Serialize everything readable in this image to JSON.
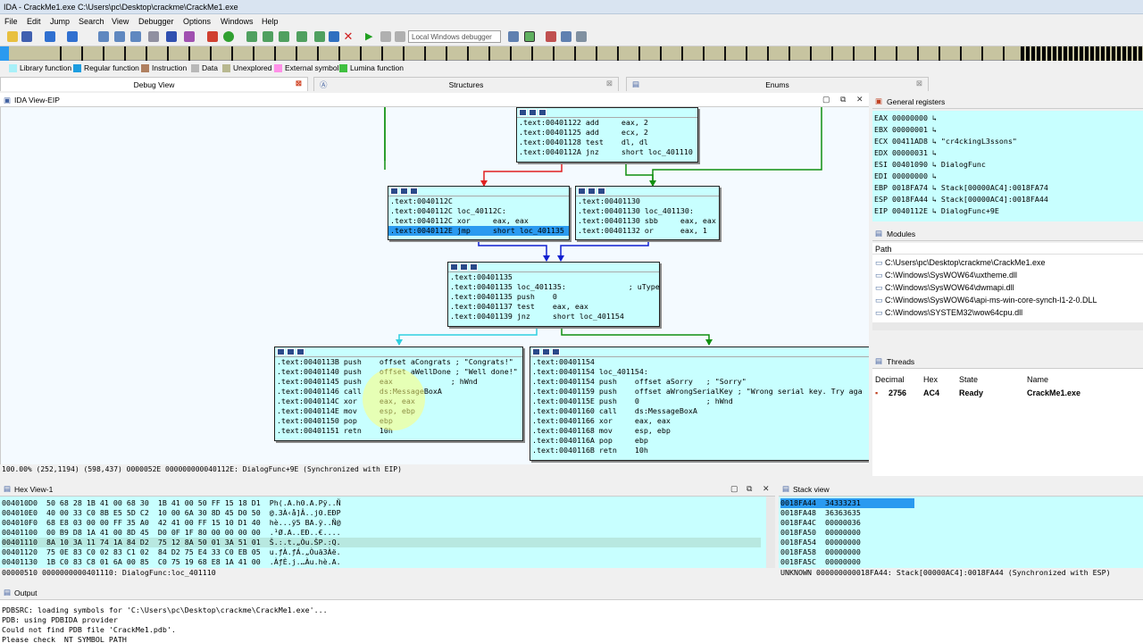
{
  "window": {
    "title": "IDA - CrackMe1.exe C:\\Users\\pc\\Desktop\\crackme\\CrackMe1.exe"
  },
  "menu": [
    "File",
    "Edit",
    "Jump",
    "Search",
    "View",
    "Debugger",
    "Options",
    "Windows",
    "Help"
  ],
  "toolbar": {
    "debugger_select": "Local Windows debugger"
  },
  "legend": [
    {
      "label": "Library function",
      "color": "#a8f0f8"
    },
    {
      "label": "Regular function",
      "color": "#1c9de0"
    },
    {
      "label": "Instruction",
      "color": "#b08060"
    },
    {
      "label": "Data",
      "color": "#b8b8b8"
    },
    {
      "label": "Unexplored",
      "color": "#b8b890"
    },
    {
      "label": "External symbol",
      "color": "#ff90e8"
    },
    {
      "label": "Lumina function",
      "color": "#40c040"
    }
  ],
  "tabs": [
    "Debug View",
    "Structures",
    "Enums"
  ],
  "ida_view": {
    "title": "IDA View-EIP"
  },
  "blocks": {
    "b1": [
      ".text:00401122 add     eax, 2",
      ".text:00401125 add     ecx, 2",
      ".text:00401128 test    dl, dl",
      ".text:0040112A jnz     short loc_401110"
    ],
    "b2": [
      ".text:0040112C",
      ".text:0040112C loc_40112C:",
      ".text:0040112C xor     eax, eax"
    ],
    "b2hl": ".text:0040112E jmp     short loc_401135",
    "b3": [
      ".text:00401130",
      ".text:00401130 loc_401130:",
      ".text:00401130 sbb     eax, eax",
      ".text:00401132 or      eax, 1"
    ],
    "b4": [
      ".text:00401135",
      ".text:00401135 loc_401135:              ; uType",
      ".text:00401135 push    0",
      ".text:00401137 test    eax, eax",
      ".text:00401139 jnz     short loc_401154"
    ],
    "b5": [
      ".text:0040113B push    offset aCongrats ; \"Congrats!\"",
      ".text:00401140 push    offset aWellDone ; \"Well done!\"",
      ".text:00401145 push    eax             ; hWnd",
      ".text:00401146 call    ds:MessageBoxA",
      ".text:0040114C xor     eax, eax",
      ".text:0040114E mov     esp, ebp",
      ".text:00401150 pop     ebp",
      ".text:00401151 retn    10h"
    ],
    "b6": [
      ".text:00401154",
      ".text:00401154 loc_401154:",
      ".text:00401154 push    offset aSorry   ; \"Sorry\"",
      ".text:00401159 push    offset aWrongSerialKey ; \"Wrong serial key. Try aga",
      ".text:0040115E push    0               ; hWnd",
      ".text:00401160 call    ds:MessageBoxA",
      ".text:00401166 xor     eax, eax",
      ".text:00401168 mov     esp, ebp",
      ".text:0040116A pop     ebp",
      ".text:0040116B retn    10h"
    ]
  },
  "graph_status": "100.00% (252,1194) (598,437) 0000052E 000000000040112E: DialogFunc+9E (Synchronized with EIP)",
  "registers": {
    "title": "General registers",
    "rows": [
      "EAX 00000000 ↳",
      "EBX 00000001 ↳",
      "ECX 00411AD8 ↳ \"cr4ckingL3ssons\"",
      "EDX 00000031 ↳",
      "ESI 00401090 ↳ DialogFunc",
      "EDI 00000000 ↳",
      "EBP 0018FA74 ↳ Stack[00000AC4]:0018FA74",
      "ESP 0018FA44 ↳ Stack[00000AC4]:0018FA44",
      "EIP 0040112E ↳ DialogFunc+9E"
    ]
  },
  "modules": {
    "title": "Modules",
    "header": "Path",
    "items": [
      "C:\\Users\\pc\\Desktop\\crackme\\CrackMe1.exe",
      "C:\\Windows\\SysWOW64\\uxtheme.dll",
      "C:\\Windows\\SysWOW64\\dwmapi.dll",
      "C:\\Windows\\SysWOW64\\api-ms-win-core-synch-l1-2-0.DLL",
      "C:\\Windows\\SYSTEM32\\wow64cpu.dll"
    ]
  },
  "threads": {
    "title": "Threads",
    "headers": [
      "Decimal",
      "Hex",
      "State",
      "Name"
    ],
    "rows": [
      [
        "2756",
        "AC4",
        "Ready",
        "CrackMe1.exe"
      ]
    ]
  },
  "hex": {
    "title": "Hex View-1",
    "rows": [
      "004010D0  50 68 28 1B 41 00 68 30  1B 41 00 50 FF 15 18 D1  Ph(.A.h0.A.Pÿ..Ñ",
      "004010E0  40 00 33 C0 8B E5 5D C2  10 00 6A 30 8D 45 D0 50  @.3À‹å]Â..j0.EÐP",
      "004010F0  68 E8 03 00 00 FF 35 A0  42 41 00 FF 15 10 D1 40  hè...ÿ5 BA.ÿ..Ñ@",
      "00401100  00 B9 D8 1A 41 00 8D 45  D0 0F 1F 80 00 00 00 00  .¹Ø.A..EÐ..€....",
      "00401110  8A 10 3A 11 74 1A 84 D2  75 12 8A 50 01 3A 51 01  Š.:.t.„Òu.ŠP.:Q.",
      "00401120  75 0E 83 C0 02 83 C1 02  84 D2 75 E4 33 C0 EB 05  u.ƒÀ.ƒÁ.„Òuä3Àë.",
      "00401130  1B C0 83 C8 01 6A 00 85  C0 75 19 68 E8 1A 41 00  .ÀƒÈ.j.…Àu.hè.A."
    ],
    "status": "00000510 0000000000401110: DialogFunc:loc_401110"
  },
  "stack": {
    "title": "Stack view",
    "rows": [
      "0018FA44  34333231",
      "0018FA48  36363635",
      "0018FA4C  00000036",
      "0018FA50  00000000",
      "0018FA54  00000000",
      "0018FA58  00000000",
      "0018FA5C  00000000"
    ],
    "status": "UNKNOWN 000000000018FA44: Stack[00000AC4]:0018FA44 (Synchronized with ESP)"
  },
  "output": {
    "title": "Output",
    "lines": [
      "PDBSRC: loading symbols for 'C:\\Users\\pc\\Desktop\\crackme\\CrackMe1.exe'...",
      "PDB: using PDBIDA provider",
      "Could not find PDB file 'CrackMe1.pdb'.",
      "Please check _NT_SYMBOL_PATH"
    ]
  }
}
